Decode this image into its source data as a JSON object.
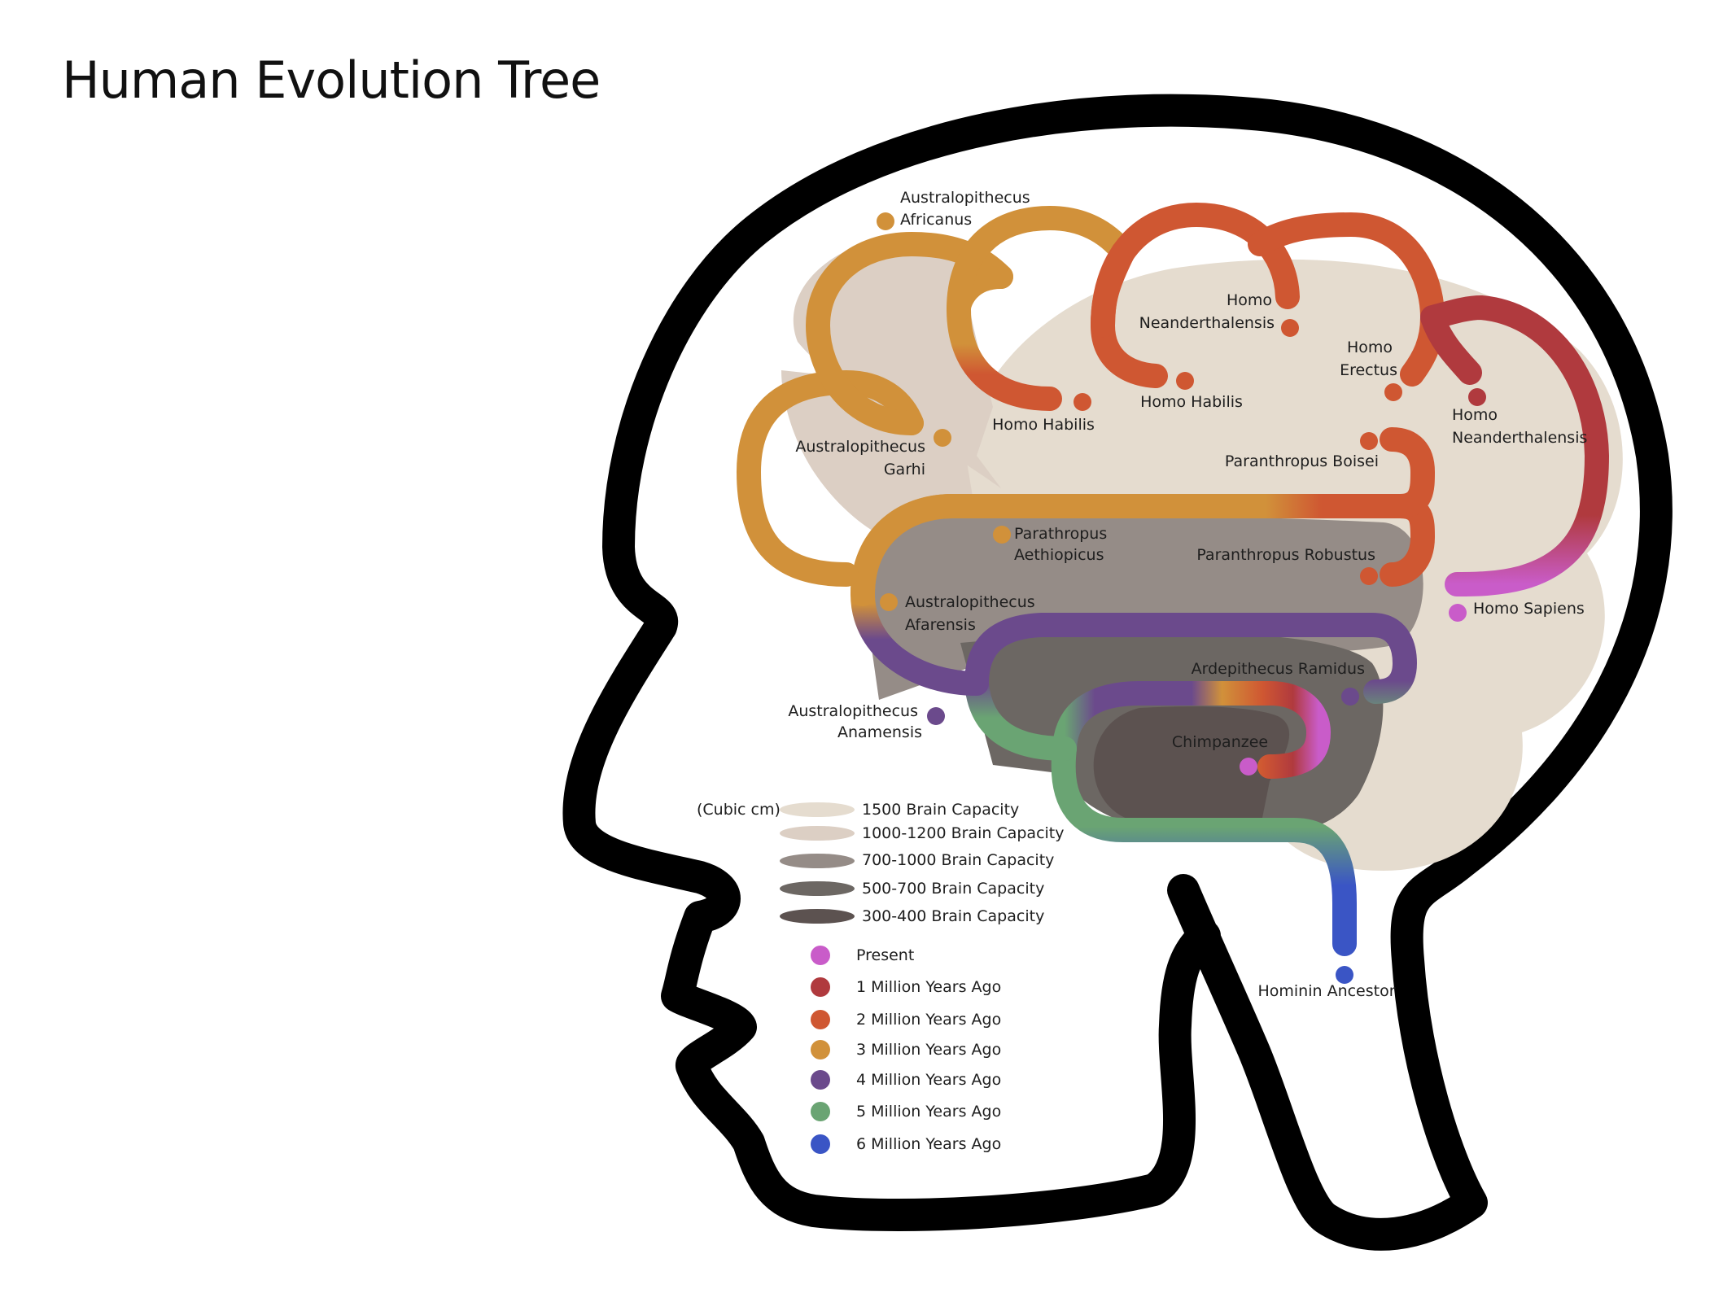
{
  "title": "Human Evolution Tree",
  "colors": {
    "present": "#c95cc9",
    "m1": "#b03a3e",
    "m2": "#cf5732",
    "m3": "#d1913a",
    "m4": "#6b4a8c",
    "m5": "#6aa473",
    "m6": "#3a55c5",
    "cap1500": "#e5dccf",
    "cap1000": "#dccfc4",
    "cap700": "#958c87",
    "cap500": "#6c6763",
    "cap300": "#5c5250",
    "outline": "#000000"
  },
  "species": {
    "australopithecus_africanus": [
      "Australopithecus",
      "Africanus"
    ],
    "australopithecus_garhi": [
      "Australopithecus",
      "Garhi"
    ],
    "homo_habilis_1": "Homo Habilis",
    "homo_habilis_2": "Homo Habilis",
    "homo_neanderthalensis_1": [
      "Homo",
      "Neanderthalensis"
    ],
    "homo_erectus": [
      "Homo",
      "Erectus"
    ],
    "homo_neanderthalensis_2": [
      "Homo",
      "Neanderthalensis"
    ],
    "paranthropus_boisei": "Paranthropus Boisei",
    "parathropus_aethiopicus": [
      "Parathropus",
      "Aethiopicus"
    ],
    "paranthropus_robustus": "Paranthropus Robustus",
    "homo_sapiens": "Homo Sapiens",
    "australopithecus_afarensis": [
      "Australopithecus",
      "Afarensis"
    ],
    "ardepithecus_ramidus": "Ardepithecus Ramidus",
    "australopithecus_anamensis": [
      "Australopithecus",
      "Anamensis"
    ],
    "chimpanzee": "Chimpanzee",
    "hominin_ancestor": "Hominin Ancestor"
  },
  "capacity_legend": {
    "unit": "(Cubic cm)",
    "items": [
      {
        "label": "1500 Brain Capacity",
        "color": "#e5dccf"
      },
      {
        "label": "1000-1200 Brain Capacity",
        "color": "#dccfc4"
      },
      {
        "label": "700-1000 Brain Capacity",
        "color": "#958c87"
      },
      {
        "label": "500-700 Brain Capacity",
        "color": "#6c6763"
      },
      {
        "label": "300-400 Brain Capacity",
        "color": "#5c5250"
      }
    ]
  },
  "time_legend": {
    "items": [
      {
        "label": "Present",
        "color": "#c95cc9"
      },
      {
        "label": "1 Million Years Ago",
        "color": "#b03a3e"
      },
      {
        "label": "2 Million Years Ago",
        "color": "#cf5732"
      },
      {
        "label": "3 Million Years Ago",
        "color": "#d1913a"
      },
      {
        "label": "4 Million Years Ago",
        "color": "#6b4a8c"
      },
      {
        "label": "5 Million Years Ago",
        "color": "#6aa473"
      },
      {
        "label": "6 Million Years Ago",
        "color": "#3a55c5"
      }
    ]
  }
}
